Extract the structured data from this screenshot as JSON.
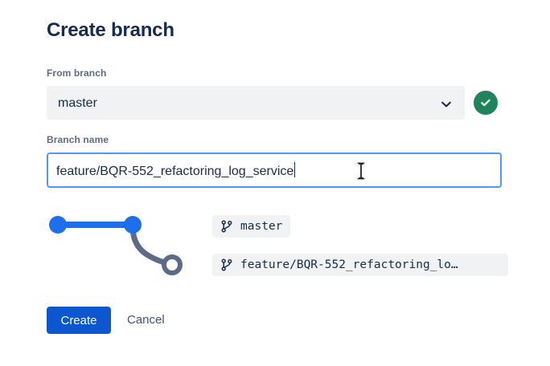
{
  "dialog": {
    "title": "Create branch"
  },
  "from_branch": {
    "label": "From branch",
    "value": "master",
    "chevron_icon": "chevron-down-icon",
    "status_icon": "check-circle-icon",
    "status_color": "#1F845A"
  },
  "branch_name": {
    "label": "Branch name",
    "value": "feature/BQR-552_refactoring_log_service",
    "placeholder": "",
    "focus_border_color": "#4C9AFF"
  },
  "graph": {
    "node_color": "#1D6FEC",
    "branch_color": "#5A6C87",
    "nodes": [
      {
        "name": "commit-node-start",
        "filled": true
      },
      {
        "name": "commit-node-head",
        "filled": true
      },
      {
        "name": "commit-node-new-branch",
        "filled": false
      }
    ]
  },
  "branch_labels": [
    {
      "icon": "branch-icon",
      "text": "master"
    },
    {
      "icon": "branch-icon",
      "text": "feature/BQR-552_refactoring_lo…"
    }
  ],
  "footer": {
    "create_label": "Create",
    "cancel_label": "Cancel",
    "create_color": "#0C56D0"
  },
  "cursor": {
    "type": "text-ibeam-cursor"
  }
}
